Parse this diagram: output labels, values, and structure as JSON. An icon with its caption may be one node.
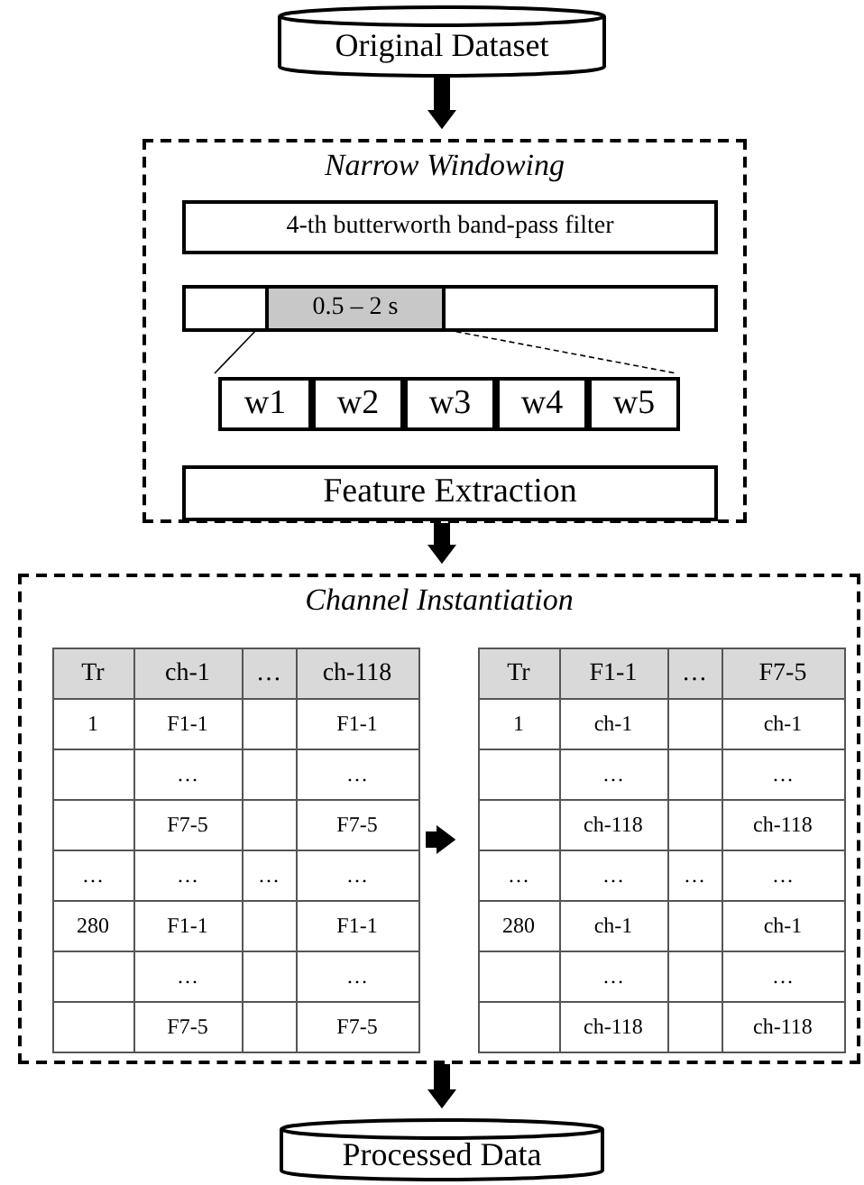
{
  "diagram": {
    "nodes": [
      {
        "text": [
          "Original Dataset"
        ]
      },
      {
        "text": [
          "Narrow Windowing"
        ]
      },
      {
        "text": [
          "4-th butterworth band-pass filter"
        ],
        "in": 1
      },
      {
        "text": [
          "0.5 – 2 s"
        ],
        "in": 1
      },
      {
        "text": [
          "w1"
        ],
        "in": 1
      },
      {
        "text": [
          "w2"
        ],
        "in": 1
      },
      {
        "text": [
          "w3"
        ],
        "in": 1
      },
      {
        "text": [
          "w4"
        ],
        "in": 1
      },
      {
        "text": [
          "w5"
        ],
        "in": 1
      },
      {
        "text": [
          "Feature Extraction"
        ],
        "in": 1
      },
      {
        "text": [
          "Channel Instantiation"
        ]
      },
      {
        "text": [],
        "shape": "table",
        "in": 10
      },
      {
        "text": [],
        "shape": "table",
        "in": 10
      },
      {
        "text": [
          "Processed Data"
        ]
      }
    ],
    "edges": [
      {
        "from": 0,
        "to": 1,
        "arrow": "to"
      },
      {
        "from": 3,
        "to": 4,
        "arrow": "none"
      },
      {
        "from": 3,
        "to": 8,
        "arrow": "none",
        "style": "dashed"
      },
      {
        "from": 1,
        "to": 10,
        "arrow": "to"
      },
      {
        "from": 11,
        "to": 12,
        "arrow": "to"
      },
      {
        "from": 10,
        "to": 13,
        "arrow": "to"
      }
    ],
    "labels": [
      "Tr",
      "ch-1",
      "…",
      "ch-118",
      "1",
      "F1-1",
      "F1-1",
      "…",
      "…",
      "F7-5",
      "F7-5",
      "…",
      "…",
      "…",
      "…",
      "280",
      "F1-1",
      "F1-1",
      "…",
      "…",
      "F7-5",
      "F7-5",
      "Tr",
      "F1-1",
      "…",
      "F7-5",
      "1",
      "ch-1",
      "ch-1",
      "…",
      "…",
      "ch-118",
      "ch-118",
      "…",
      "…",
      "…",
      "…",
      "280",
      "ch-1",
      "ch-1",
      "…",
      "…",
      "ch-118",
      "ch-118"
    ]
  }
}
